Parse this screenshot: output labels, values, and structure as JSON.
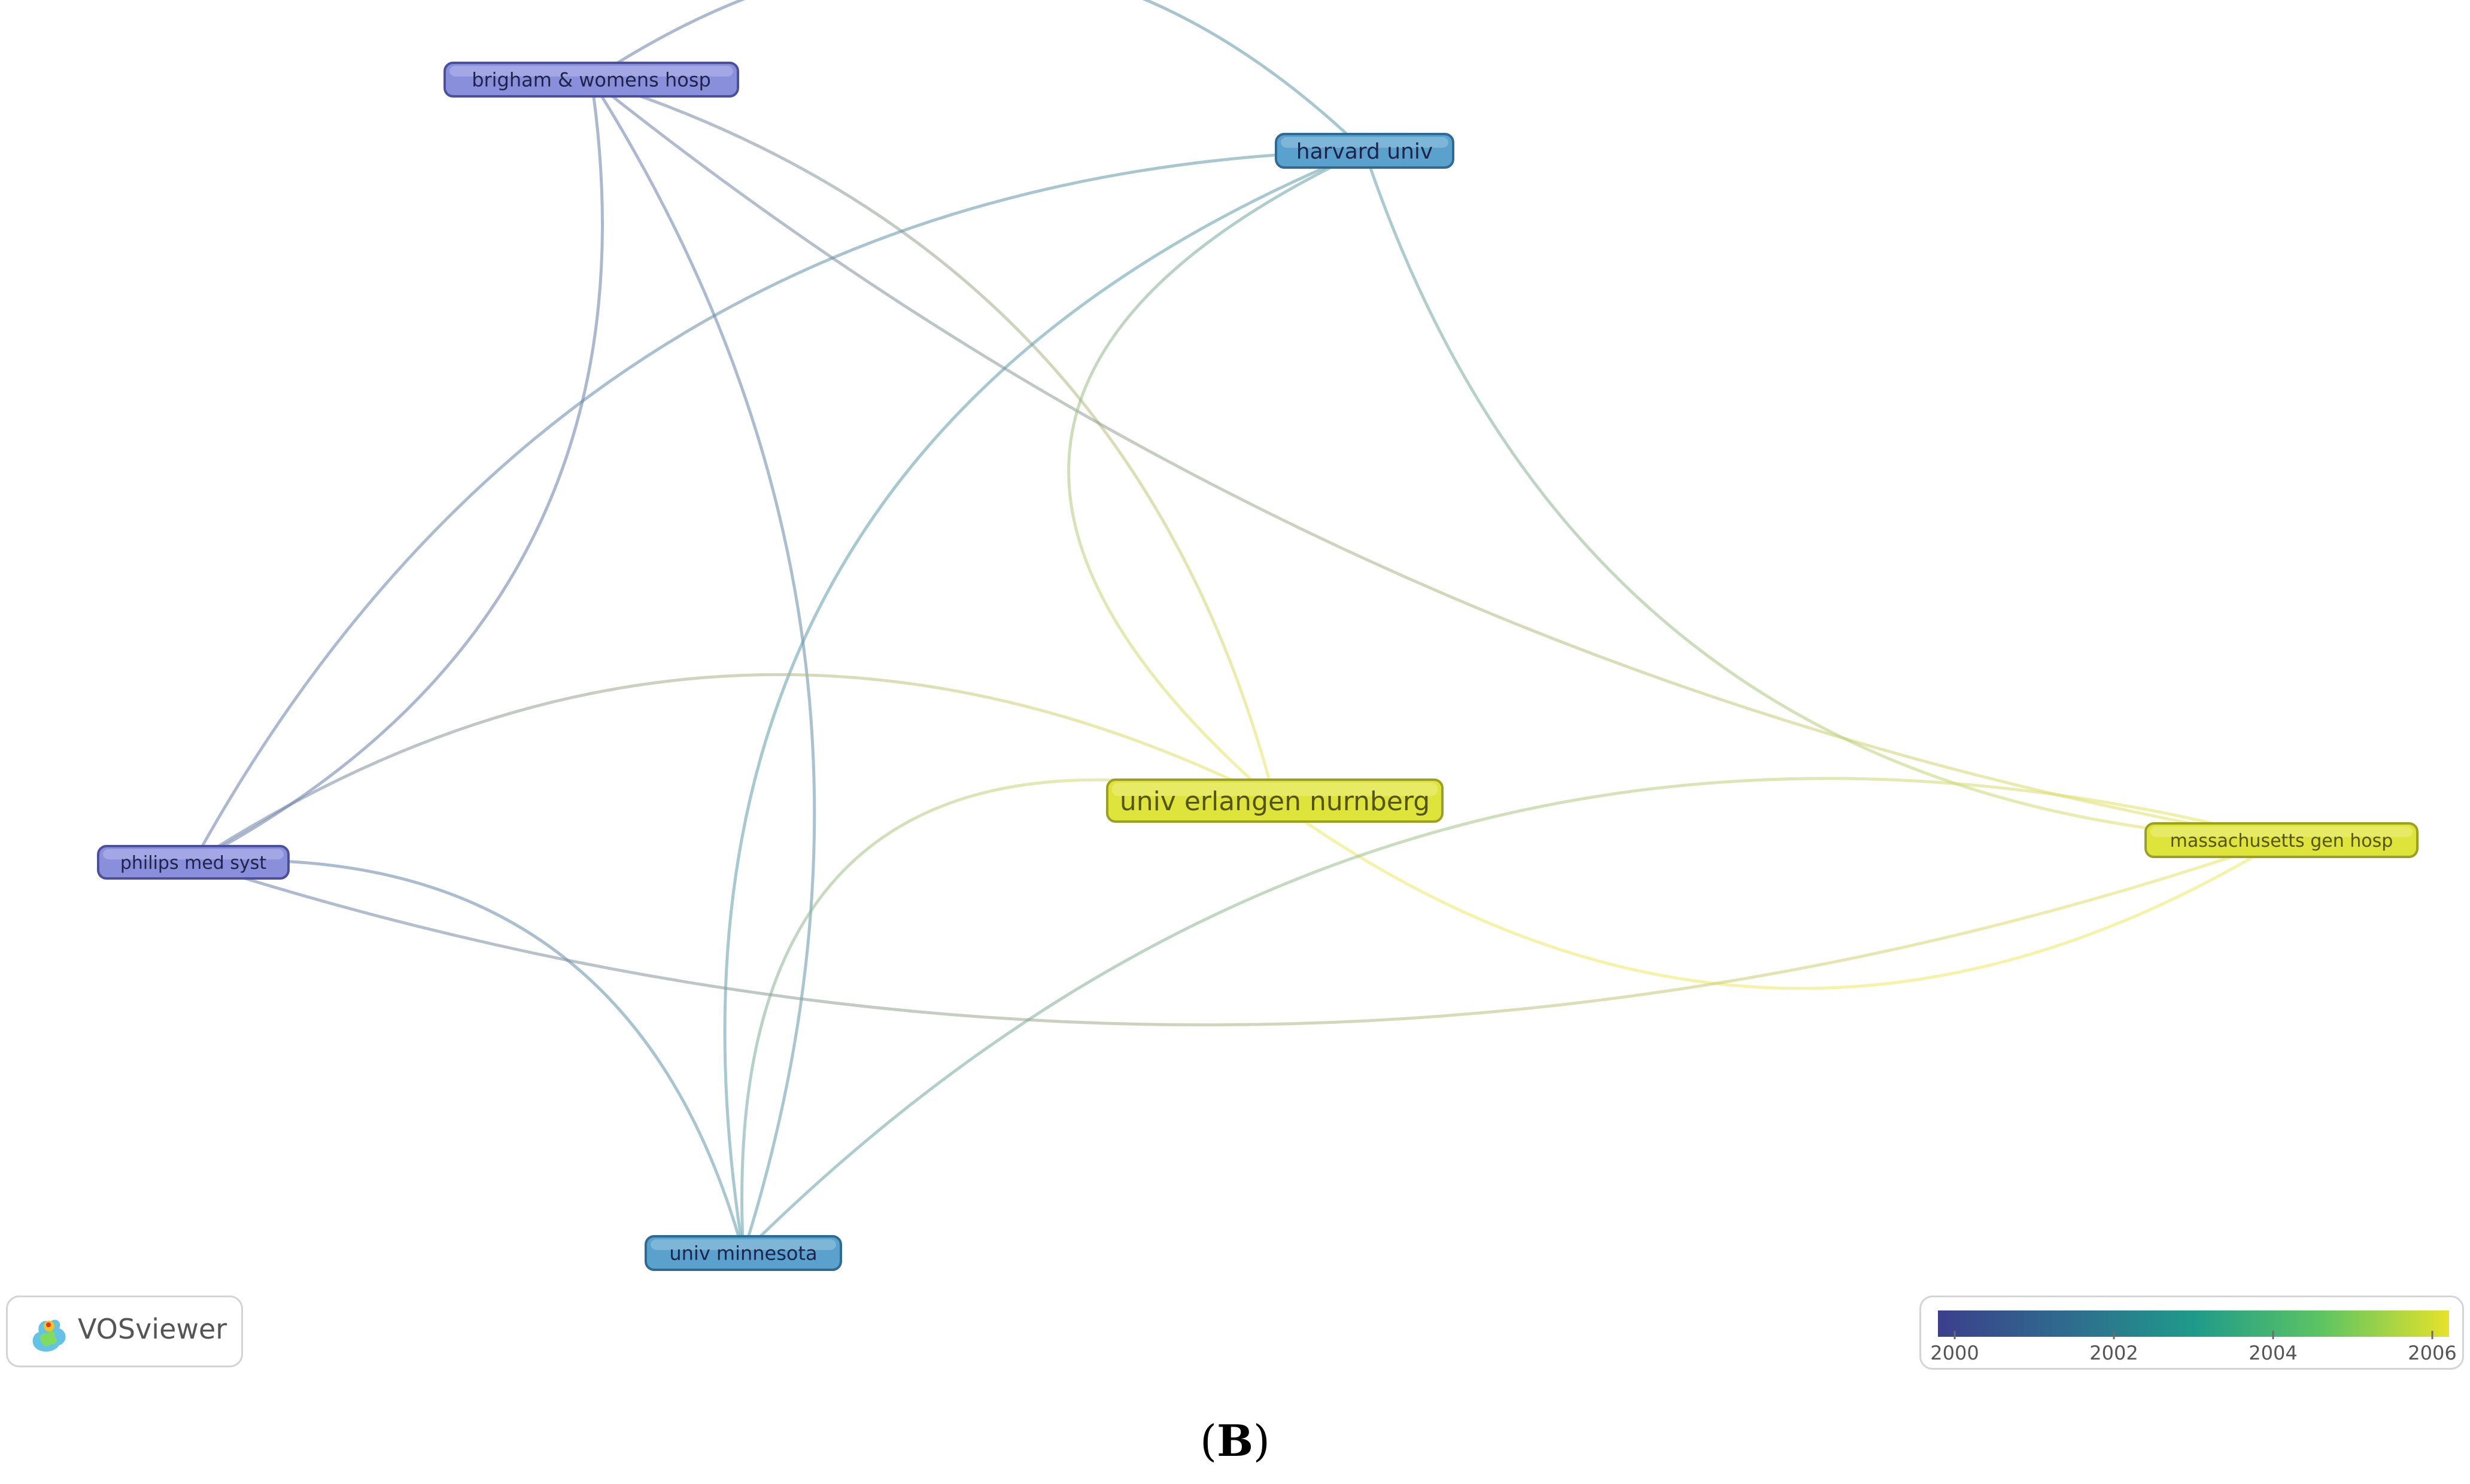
{
  "network": {
    "nodes": [
      {
        "id": "brigham",
        "label": "brigham & womens hosp",
        "year": 2000.6
      },
      {
        "id": "harvard",
        "label": "harvard univ",
        "year": 2002.0
      },
      {
        "id": "erlangen",
        "label": "univ erlangen nurnberg",
        "year": 2006.0
      },
      {
        "id": "mgh",
        "label": "massachusetts gen hosp",
        "year": 2006.0
      },
      {
        "id": "philips",
        "label": "philips med syst",
        "year": 2000.6
      },
      {
        "id": "minnesota",
        "label": "univ minnesota",
        "year": 2002.0
      }
    ],
    "links": [
      [
        "brigham",
        "harvard"
      ],
      [
        "brigham",
        "erlangen"
      ],
      [
        "brigham",
        "mgh"
      ],
      [
        "brigham",
        "philips"
      ],
      [
        "brigham",
        "minnesota"
      ],
      [
        "harvard",
        "erlangen"
      ],
      [
        "harvard",
        "mgh"
      ],
      [
        "harvard",
        "philips"
      ],
      [
        "harvard",
        "minnesota"
      ],
      [
        "erlangen",
        "mgh"
      ],
      [
        "erlangen",
        "philips"
      ],
      [
        "erlangen",
        "minnesota"
      ],
      [
        "mgh",
        "philips"
      ],
      [
        "mgh",
        "minnesota"
      ],
      [
        "philips",
        "minnesota"
      ]
    ]
  },
  "legend": {
    "ticks": [
      "2000",
      "2002",
      "2004",
      "2006"
    ],
    "colors": [
      "#3b3f8c",
      "#2f6b8e",
      "#1f9a8a",
      "#5cc463",
      "#e6e22a"
    ]
  },
  "logo": {
    "text": "VOSviewer"
  },
  "caption": {
    "open": "(",
    "letter": "B",
    "close": ")"
  }
}
